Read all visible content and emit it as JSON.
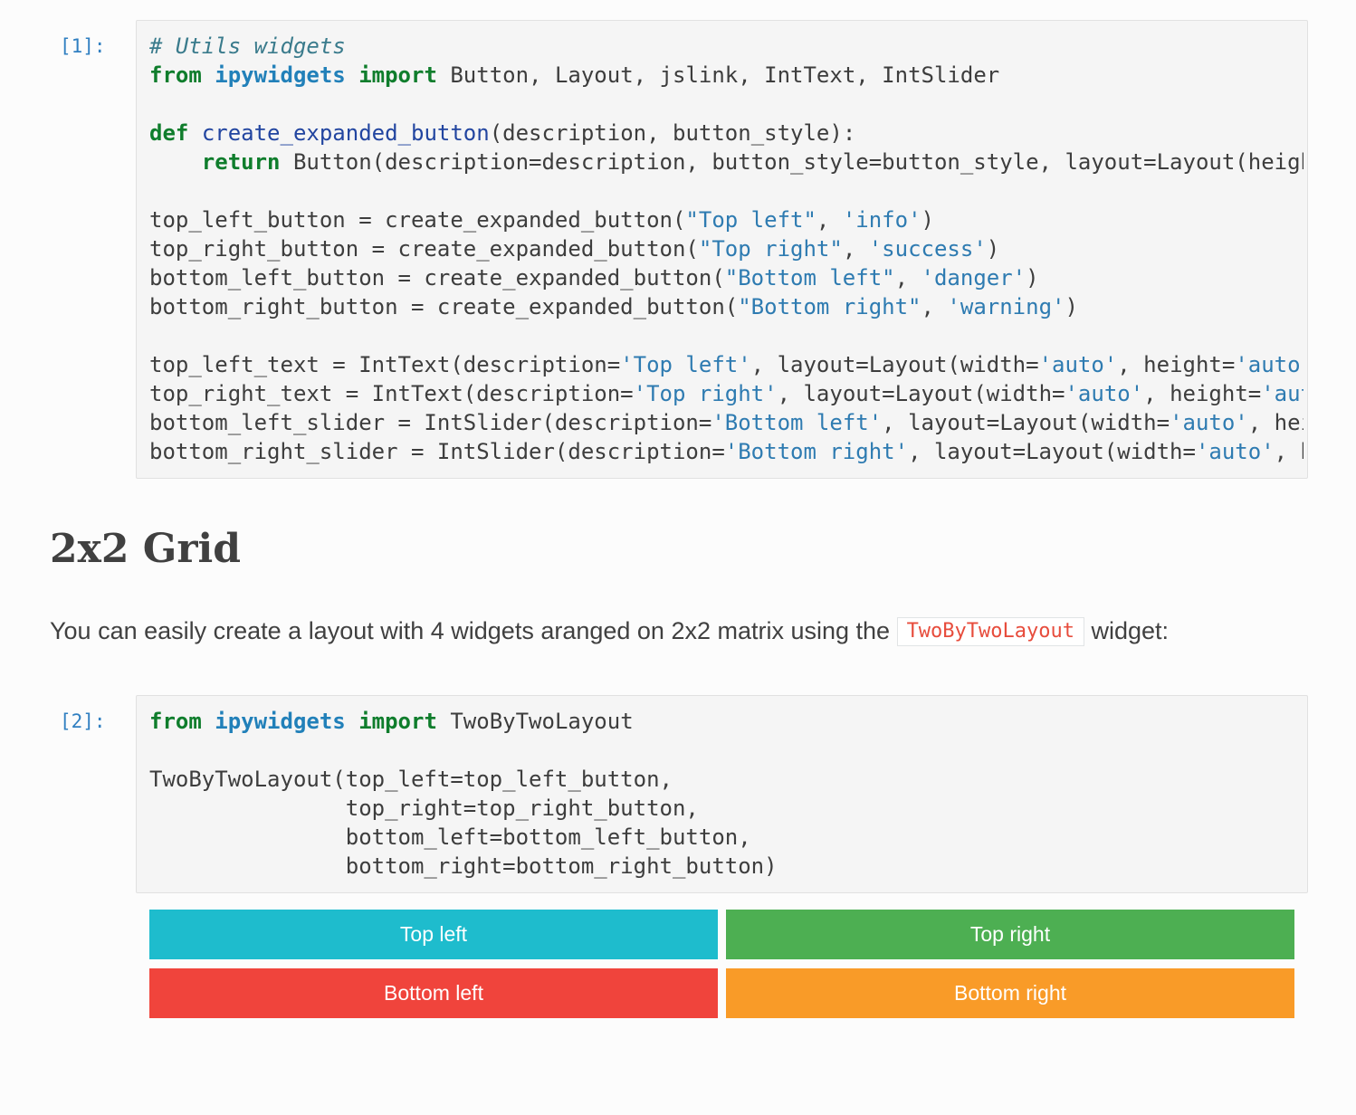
{
  "page": {
    "background": "#fcfcfc"
  },
  "heading": "2x2 Grid",
  "paragraph": {
    "before": "You can easily create a layout with 4 widgets aranged on 2x2 matrix using the ",
    "code": "TwoByTwoLayout",
    "after": " widget:"
  },
  "cells": [
    {
      "prompt": "[1]:",
      "lines": [
        [
          [
            "c",
            "# Utils widgets"
          ]
        ],
        [
          [
            "kw",
            "from"
          ],
          [
            "p",
            " "
          ],
          [
            "nn",
            "ipywidgets"
          ],
          [
            "p",
            " "
          ],
          [
            "kw",
            "import"
          ],
          [
            "p",
            " Button, Layout, jslink, IntText, IntSlider"
          ]
        ],
        [],
        [
          [
            "kw",
            "def"
          ],
          [
            "p",
            " "
          ],
          [
            "fn",
            "create_expanded_button"
          ],
          [
            "p",
            "(description, button_style):"
          ]
        ],
        [
          [
            "p",
            "    "
          ],
          [
            "kw",
            "return"
          ],
          [
            "p",
            " Button(description=description, button_style=button_style, layout=Layout(heigh"
          ]
        ],
        [],
        [
          [
            "p",
            "top_left_button = create_expanded_button("
          ],
          [
            "s",
            "\"Top left\""
          ],
          [
            "p",
            ", "
          ],
          [
            "s",
            "'info'"
          ],
          [
            "p",
            ")"
          ]
        ],
        [
          [
            "p",
            "top_right_button = create_expanded_button("
          ],
          [
            "s",
            "\"Top right\""
          ],
          [
            "p",
            ", "
          ],
          [
            "s",
            "'success'"
          ],
          [
            "p",
            ")"
          ]
        ],
        [
          [
            "p",
            "bottom_left_button = create_expanded_button("
          ],
          [
            "s",
            "\"Bottom left\""
          ],
          [
            "p",
            ", "
          ],
          [
            "s",
            "'danger'"
          ],
          [
            "p",
            ")"
          ]
        ],
        [
          [
            "p",
            "bottom_right_button = create_expanded_button("
          ],
          [
            "s",
            "\"Bottom right\""
          ],
          [
            "p",
            ", "
          ],
          [
            "s",
            "'warning'"
          ],
          [
            "p",
            ")"
          ]
        ],
        [],
        [
          [
            "p",
            "top_left_text = IntText(description="
          ],
          [
            "s",
            "'Top left'"
          ],
          [
            "p",
            ", layout=Layout(width="
          ],
          [
            "s",
            "'auto'"
          ],
          [
            "p",
            ", height="
          ],
          [
            "s",
            "'auto'"
          ]
        ],
        [
          [
            "p",
            "top_right_text = IntText(description="
          ],
          [
            "s",
            "'Top right'"
          ],
          [
            "p",
            ", layout=Layout(width="
          ],
          [
            "s",
            "'auto'"
          ],
          [
            "p",
            ", height="
          ],
          [
            "s",
            "'aut"
          ]
        ],
        [
          [
            "p",
            "bottom_left_slider = IntSlider(description="
          ],
          [
            "s",
            "'Bottom left'"
          ],
          [
            "p",
            ", layout=Layout(width="
          ],
          [
            "s",
            "'auto'"
          ],
          [
            "p",
            ", hei"
          ]
        ],
        [
          [
            "p",
            "bottom_right_slider = IntSlider(description="
          ],
          [
            "s",
            "'Bottom right'"
          ],
          [
            "p",
            ", layout=Layout(width="
          ],
          [
            "s",
            "'auto'"
          ],
          [
            "p",
            ", h"
          ]
        ]
      ]
    },
    {
      "prompt": "[2]:",
      "lines": [
        [
          [
            "kw",
            "from"
          ],
          [
            "p",
            " "
          ],
          [
            "nn",
            "ipywidgets"
          ],
          [
            "p",
            " "
          ],
          [
            "kw",
            "import"
          ],
          [
            "p",
            " TwoByTwoLayout"
          ]
        ],
        [],
        [
          [
            "p",
            "TwoByTwoLayout(top_left=top_left_button,"
          ]
        ],
        [
          [
            "p",
            "               top_right=top_right_button,"
          ]
        ],
        [
          [
            "p",
            "               bottom_left=bottom_left_button,"
          ]
        ],
        [
          [
            "p",
            "               bottom_right=bottom_right_button)"
          ]
        ]
      ]
    }
  ],
  "output": {
    "buttons": [
      {
        "label": "Top left",
        "style": "info",
        "color": "#1ebccd"
      },
      {
        "label": "Top right",
        "style": "success",
        "color": "#4daf52"
      },
      {
        "label": "Bottom left",
        "style": "danger",
        "color": "#f0443c"
      },
      {
        "label": "Bottom right",
        "style": "warning",
        "color": "#f99b28"
      }
    ]
  }
}
